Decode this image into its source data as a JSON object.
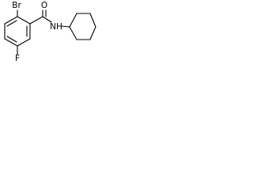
{
  "molecule": {
    "atom_labels": {
      "bromine": "Br",
      "oxygen": "O",
      "nitrogen_hydrogen": "NH",
      "fluorine": "F"
    }
  }
}
